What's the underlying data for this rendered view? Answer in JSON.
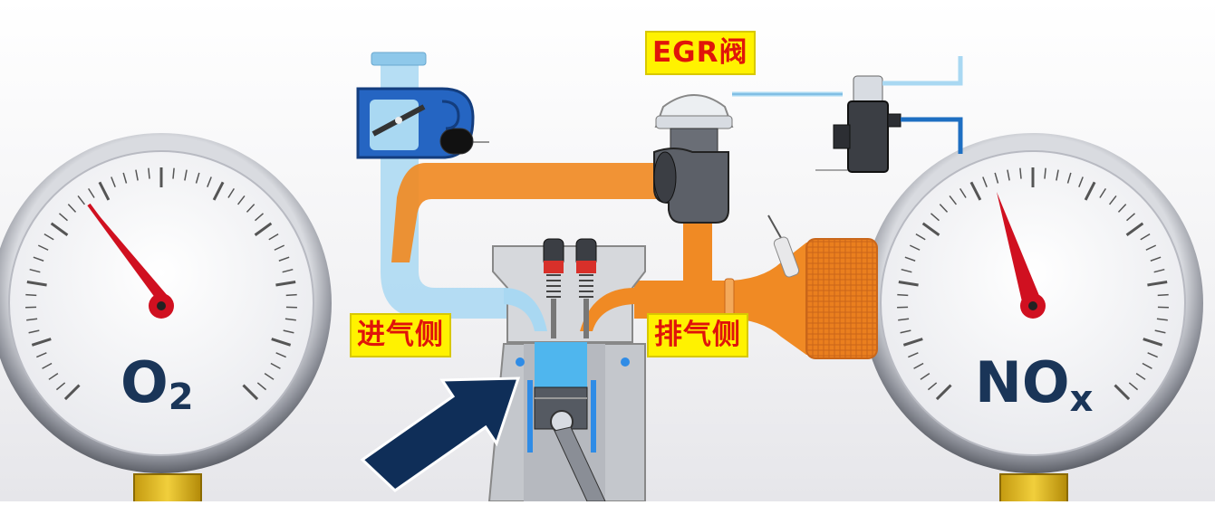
{
  "labels": {
    "egr_valve": "EGR阀",
    "intake_side": "进气侧",
    "exhaust_side": "排气侧"
  },
  "gauges": {
    "left": {
      "main": "O",
      "sub": "2"
    },
    "right": {
      "main": "NO",
      "sub": "x"
    }
  },
  "colors": {
    "label_bg": "#fff200",
    "label_text": "#e0140a",
    "intake_pipe": "#a9d8f2",
    "exhaust_pipe": "#f08a24",
    "gauge_needle": "#d01020",
    "gauge_text": "#1a3558",
    "arrow": "#0f2e58"
  }
}
